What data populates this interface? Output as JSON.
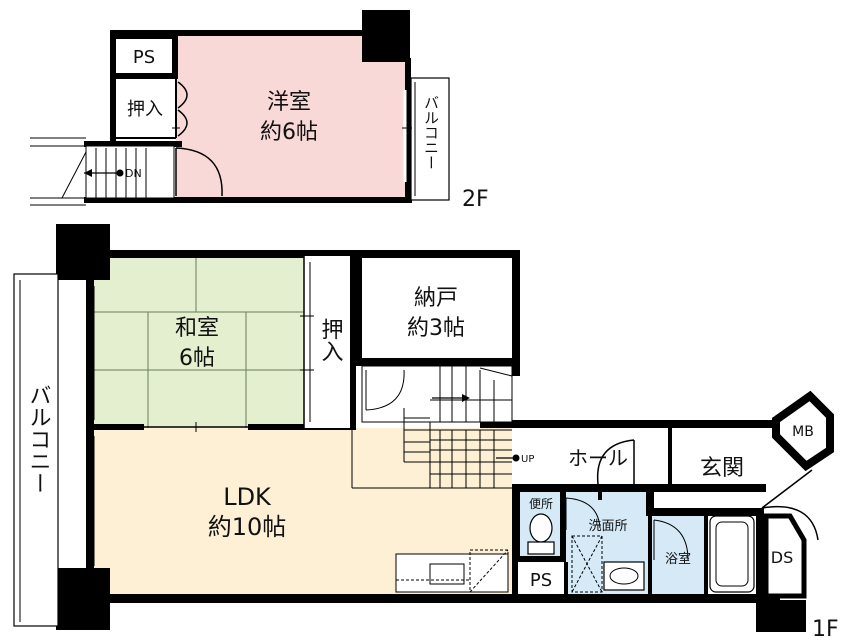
{
  "floor_labels": {
    "second": "2F",
    "first": "1F"
  },
  "rooms_2f": {
    "western_room": {
      "name": "洋室",
      "size": "約6帖"
    },
    "ps": "PS",
    "closet": "押入",
    "balcony": "バルコニー",
    "stair_dn": "DN"
  },
  "rooms_1f": {
    "japanese_room": {
      "name": "和室",
      "size": "6帖"
    },
    "closet": "押入",
    "storage": {
      "name": "納戸",
      "size": "約3帖"
    },
    "ldk": {
      "name": "LDK",
      "size": "約10帖"
    },
    "balcony": "バルコニー",
    "hall": "ホール",
    "entrance": "玄関",
    "mb": "MB",
    "ds": "DS",
    "toilet": "便所",
    "washroom": "洗面所",
    "bathroom": "浴室",
    "ps": "PS",
    "stair_up": "UP"
  },
  "colors": {
    "western_room": "#f9d8d8",
    "japanese_room": "#e3efcf",
    "ldk": "#fdf0d4",
    "wet_area": "#d5e9f6",
    "wall": "#000000"
  }
}
